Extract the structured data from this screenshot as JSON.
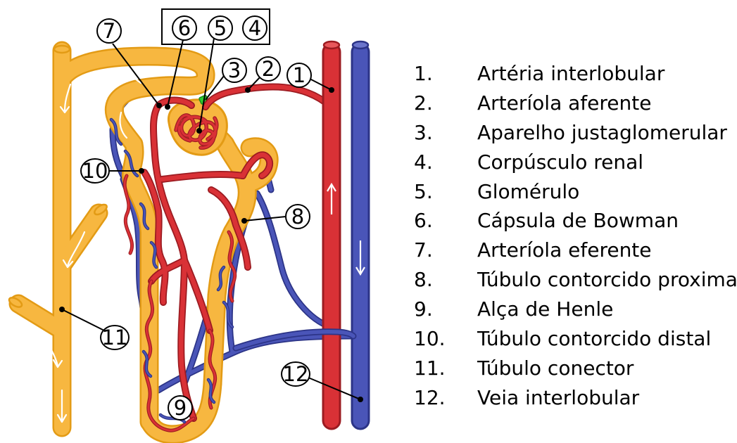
{
  "colors": {
    "tubule": "#f7b740",
    "tubule_edge": "#e39b15",
    "artery": "#d93136",
    "artery_edge": "#9c1b21",
    "vein": "#4a55b8",
    "vein_edge": "#2c3487",
    "jga": "#2ecc2e"
  },
  "callouts": [
    {
      "id": "c1",
      "text": "1"
    },
    {
      "id": "c2",
      "text": "2"
    },
    {
      "id": "c3",
      "text": "3"
    },
    {
      "id": "c4",
      "text": "4"
    },
    {
      "id": "c5",
      "text": "5"
    },
    {
      "id": "c6",
      "text": "6"
    },
    {
      "id": "c7",
      "text": "7"
    },
    {
      "id": "c8",
      "text": "8"
    },
    {
      "id": "c9",
      "text": "9"
    },
    {
      "id": "c10",
      "text": "10"
    },
    {
      "id": "c11",
      "text": "11"
    },
    {
      "id": "c12",
      "text": "12"
    }
  ],
  "legend": [
    {
      "num": "1.",
      "label": "Artéria interlobular"
    },
    {
      "num": "2.",
      "label": "Arteríola aferente"
    },
    {
      "num": "3.",
      "label": "Aparelho justaglomerular"
    },
    {
      "num": "4.",
      "label": "Corpúsculo renal"
    },
    {
      "num": "5.",
      "label": "Glomérulo"
    },
    {
      "num": "6.",
      "label": "Cápsula de Bowman"
    },
    {
      "num": "7.",
      "label": "Arteríola eferente"
    },
    {
      "num": "8.",
      "label": "Túbulo contorcido proximal"
    },
    {
      "num": "9.",
      "label": "Alça de Henle"
    },
    {
      "num": "10.",
      "label": "Túbulo contorcido distal"
    },
    {
      "num": "11.",
      "label": "Túbulo conector"
    },
    {
      "num": "12.",
      "label": "Veia interlobular"
    }
  ]
}
